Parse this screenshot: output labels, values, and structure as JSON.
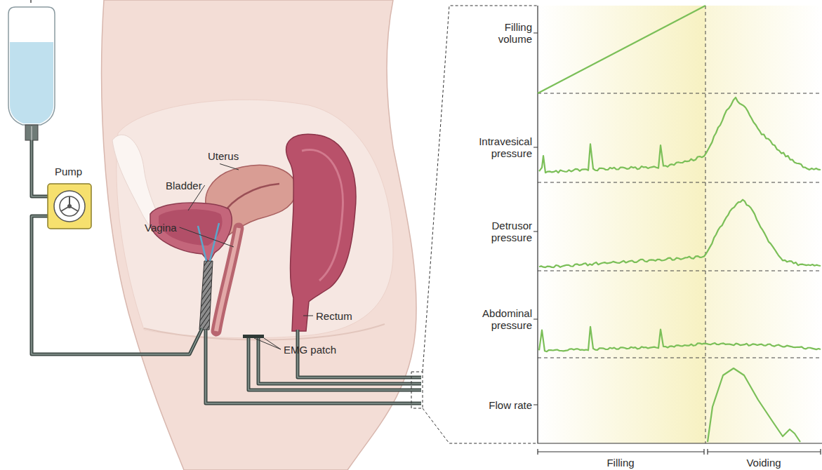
{
  "diagram": {
    "labels": [
      "Pump",
      "Uterus",
      "Bladder",
      "Vagina",
      "Rectum",
      "EMG patch",
      "Filling volume",
      "Intravesical pressure",
      "Detrusor pressure",
      "Abdominal pressure",
      "Flow rate",
      "Filling",
      "Voiding"
    ]
  }
}
